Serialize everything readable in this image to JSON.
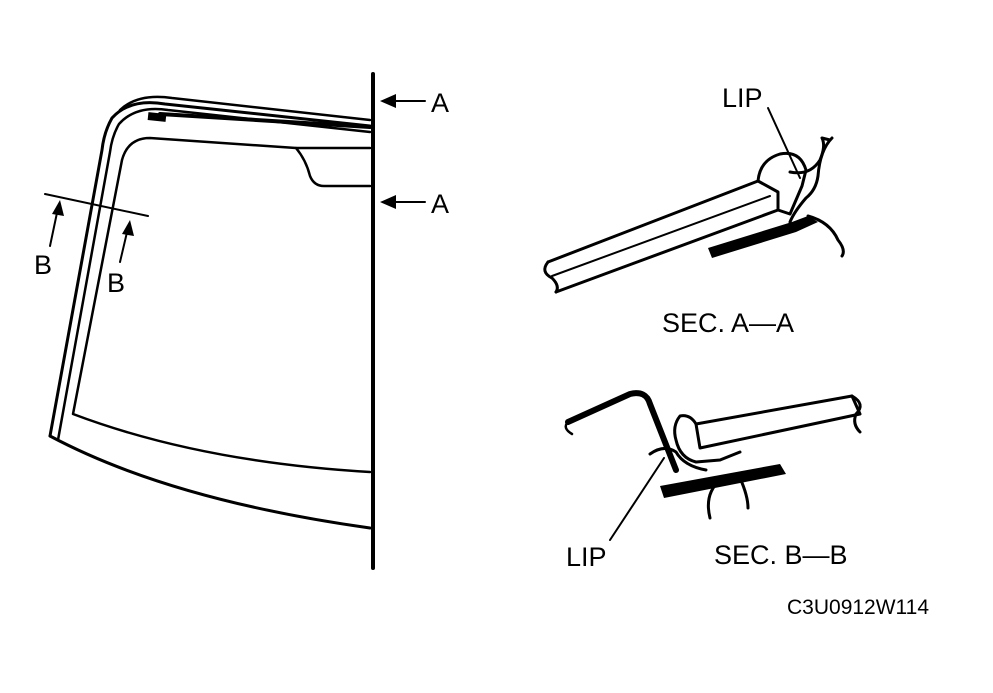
{
  "labels": {
    "section_mark_top": "A",
    "section_mark_lower": "A",
    "section_mark_b_outer": "B",
    "section_mark_b_inner": "B",
    "lip_a": "LIP",
    "lip_b": "LIP",
    "sec_a": "SEC. A—A",
    "sec_b": "SEC. B—B",
    "figure_code": "C3U0912W114"
  },
  "colors": {
    "ink": "#000000",
    "paper": "#ffffff"
  }
}
